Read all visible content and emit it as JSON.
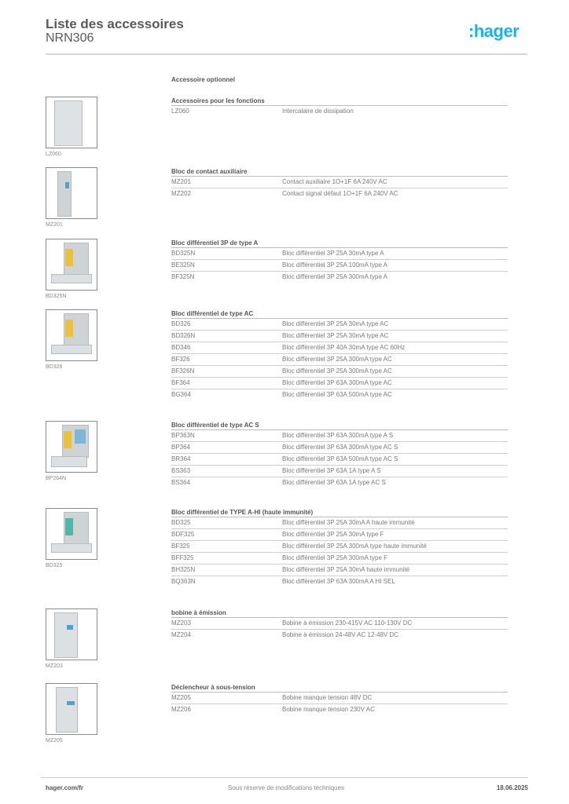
{
  "header": {
    "title": "Liste des accessoires",
    "product": "NRN306",
    "logo": ":hager",
    "logo_color": "#1ab2e8"
  },
  "intro": "Accessoire optionnel",
  "sections": [
    {
      "thumb_label": "LZ060",
      "title": "Accessoires pour les fonctions",
      "rows": [
        {
          "ref": "LZ060",
          "desc": "Intercalaire de dissipation"
        }
      ]
    },
    {
      "thumb_label": "MZ201",
      "title": "Bloc de contact auxiliaire",
      "rows": [
        {
          "ref": "MZ201",
          "desc": "Contact auxiliaire 1O+1F 6A 240V AC"
        },
        {
          "ref": "MZ202",
          "desc": "Contact signal défaut 1O+1F 6A 240V AC"
        }
      ]
    },
    {
      "thumb_label": "BD325N",
      "title": "Bloc différentiel 3P de type A",
      "rows": [
        {
          "ref": "BD325N",
          "desc": "Bloc différentiel 3P 25A 30mA type A"
        },
        {
          "ref": "BE325N",
          "desc": "Bloc différentiel 3P 25A 100mA type A"
        },
        {
          "ref": "BF325N",
          "desc": "Bloc différentiel 3P 25A 300mA type A"
        }
      ]
    },
    {
      "thumb_label": "BD326",
      "title": "Bloc différentiel de type AC",
      "rows": [
        {
          "ref": "BD326",
          "desc": "Bloc différentiel 3P 25A 30mA type AC"
        },
        {
          "ref": "BD326N",
          "desc": "Bloc différentiel 3P 25A 30mA type AC"
        },
        {
          "ref": "BD346",
          "desc": "Bloc différentiel 3P 40A 30mA type AC 60Hz"
        },
        {
          "ref": "BF326",
          "desc": "Bloc différentiel 3P 25A 300mA type AC"
        },
        {
          "ref": "BF326N",
          "desc": "Bloc différentiel 3P 25A 300mA type AC"
        },
        {
          "ref": "BF364",
          "desc": "Bloc différentiel 3P 63A 300mA type AC"
        },
        {
          "ref": "BG364",
          "desc": "Bloc différentiel 3P 63A 500mA type AC"
        }
      ]
    },
    {
      "thumb_label": "BP264N",
      "title": "Bloc différentiel de type AC S",
      "rows": [
        {
          "ref": "BP363N",
          "desc": "Bloc différentiel 3P 63A 300mA type A S"
        },
        {
          "ref": "BP364",
          "desc": "Bloc différentiel 3P 63A 300mA type AC S"
        },
        {
          "ref": "BR364",
          "desc": "Bloc différentiel 3P 63A 500mA type AC S"
        },
        {
          "ref": "BS363",
          "desc": "Bloc différentiel 3P 63A 1A type A S"
        },
        {
          "ref": "BS364",
          "desc": "Bloc différentiel 3P 63A 1A type AC S"
        }
      ]
    },
    {
      "thumb_label": "BD325",
      "title": "Bloc différentiel de TYPE A-HI (haute immunité)",
      "rows": [
        {
          "ref": "BD325",
          "desc": "Bloc différentiel 3P 25A 30mA A haute immunité"
        },
        {
          "ref": "BDF325",
          "desc": "Bloc différentiel 3P 25A 30mA type F"
        },
        {
          "ref": "BF325",
          "desc": "Bloc différentiel 3P 25A 300mA type haute immunité"
        },
        {
          "ref": "BFF325",
          "desc": "Bloc différentiel 3P 25A 300mA type F"
        },
        {
          "ref": "BH325N",
          "desc": "Bloc différentiel 3P 25A 30mA haute immunité"
        },
        {
          "ref": "BQ363N",
          "desc": "Bloc différentiel 3P 63A 300mA  A HI SEL"
        }
      ]
    },
    {
      "thumb_label": "MZ203",
      "title": "bobine à émission",
      "rows": [
        {
          "ref": "MZ203",
          "desc": "Bobine à émission 230-415V AC 110-130V DC"
        },
        {
          "ref": "MZ204",
          "desc": "Bobine à émission 24-48V AC 12-48V DC"
        }
      ]
    },
    {
      "thumb_label": "MZ205",
      "title": "Déclencheur à sous-tension",
      "rows": [
        {
          "ref": "MZ205",
          "desc": "Bobine manque tension 48V DC"
        },
        {
          "ref": "MZ206",
          "desc": "Bobine manque tension 230V AC"
        }
      ]
    }
  ],
  "footer": {
    "website": "hager.com/fr",
    "disclaimer": "Sous réserve de modifications techniques",
    "date": "18.06.2025"
  }
}
